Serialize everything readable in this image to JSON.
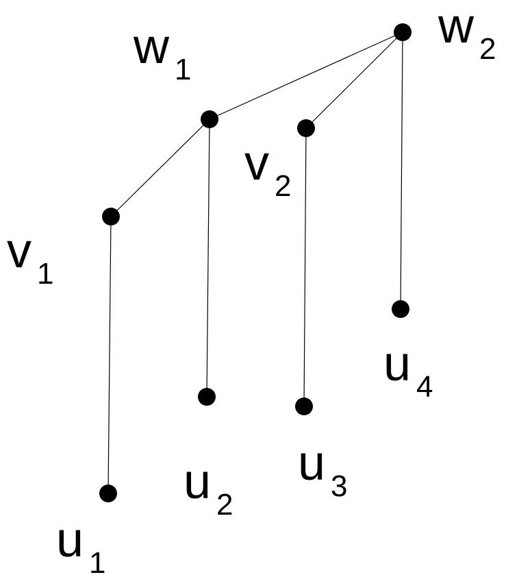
{
  "diagram": {
    "colors": {
      "background": "#ffffff",
      "ink": "#000000"
    },
    "nodes": [
      {
        "id": "w1",
        "letter": "w",
        "index": "1"
      },
      {
        "id": "w2",
        "letter": "w",
        "index": "2"
      },
      {
        "id": "v1",
        "letter": "v",
        "index": "1"
      },
      {
        "id": "v2",
        "letter": "v",
        "index": "2"
      },
      {
        "id": "u1",
        "letter": "u",
        "index": "1"
      },
      {
        "id": "u2",
        "letter": "u",
        "index": "2"
      },
      {
        "id": "u3",
        "letter": "u",
        "index": "3"
      },
      {
        "id": "u4",
        "letter": "u",
        "index": "4"
      }
    ],
    "edges": [
      {
        "from": "w2",
        "to": "w1"
      },
      {
        "from": "w2",
        "to": "v2"
      },
      {
        "from": "w2",
        "to": "u4"
      },
      {
        "from": "w1",
        "to": "v1"
      },
      {
        "from": "w1",
        "to": "u2"
      },
      {
        "from": "v1",
        "to": "u1"
      },
      {
        "from": "v2",
        "to": "u3"
      }
    ]
  }
}
